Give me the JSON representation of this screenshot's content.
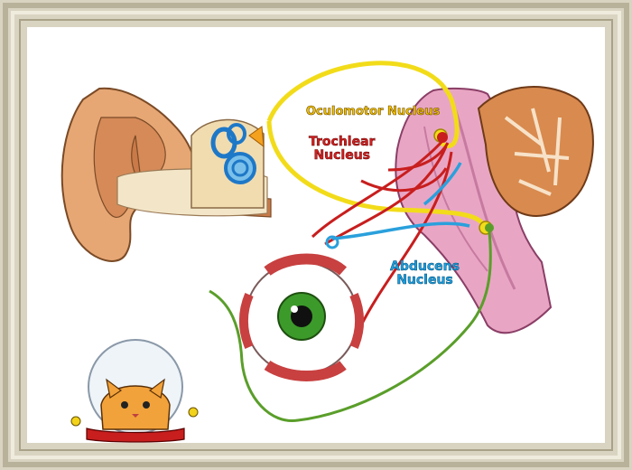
{
  "diagram": {
    "labels": {
      "oculomotor": "Oculomotor Nucleus",
      "trochlear": [
        "Trochlear",
        "Nucleus"
      ],
      "abducens": [
        "Abducens",
        "Nucleus"
      ]
    },
    "colors": {
      "frame": "#d9d4c2",
      "canvas": "#ffffff",
      "oculomotor_nerve": "#f2dc1a",
      "trochlear_nerve": "#c81e1e",
      "abducens_nerve": "#2aa0dc",
      "vestibular_nerve": "#5a9e2a",
      "brainstem": "#e9a6c4",
      "cerebellum": "#d98a4e",
      "ear": "#e0a070",
      "iris": "#3c9a2a",
      "cochlea": "#1e78c8"
    }
  }
}
